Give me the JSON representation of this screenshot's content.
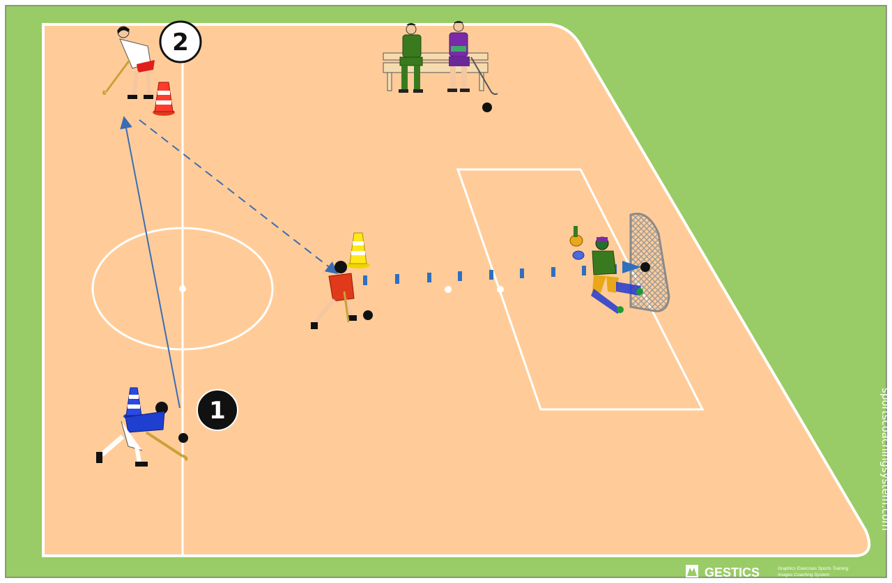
{
  "markers": {
    "one": "1",
    "two": "2"
  },
  "watermark": {
    "site": "sportscoachingsystem.com",
    "brand": "GESTICS",
    "tagline1": "Graphics Exercises Sports Training",
    "tagline2": "Images Coaching System"
  },
  "colors": {
    "grass": "#99cc66",
    "court": "#ffcc99",
    "lines": "#ffffff",
    "arrow_blue": "#3b6cb4",
    "dots_blue": "#2f6fc0",
    "team_blue": "#1e3fd0",
    "team_red": "#e03a1a"
  }
}
